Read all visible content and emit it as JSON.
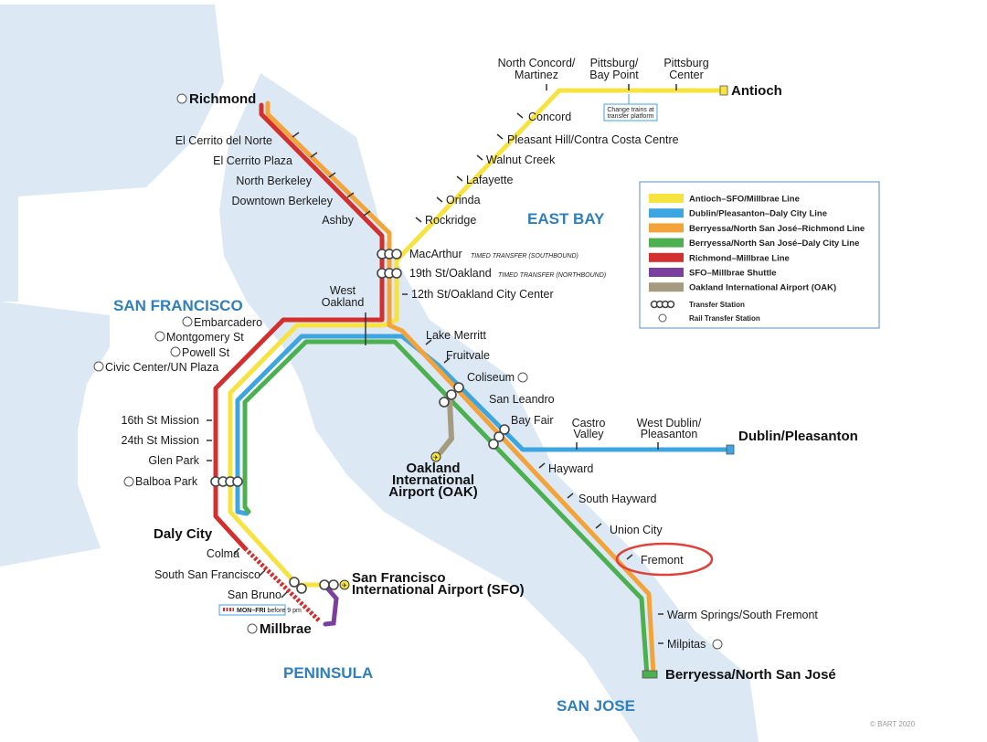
{
  "colors": {
    "water": "#dce9f5",
    "yellow": "#f7e33f",
    "blue": "#3da5e0",
    "orange": "#f2a33a",
    "green": "#4caf50",
    "red": "#d32f2f",
    "purple": "#7b3fa0",
    "tan": "#a59c7f",
    "highlight": "#e0413a",
    "region": "#2f7fbf"
  },
  "regions": {
    "east_bay": "EAST BAY",
    "san_francisco": "SAN FRANCISCO",
    "peninsula": "PENINSULA",
    "san_jose": "SAN JOSE"
  },
  "terminals": {
    "richmond": "Richmond",
    "antioch": "Antioch",
    "dublin": "Dublin/Pleasanton",
    "daly_city": "Daly City",
    "millbrae": "Millbrae",
    "berryessa": "Berryessa/North San José"
  },
  "stations": {
    "north_concord_1": "North Concord/",
    "north_concord_2": "Martinez",
    "pittsburg_bp_1": "Pittsburg/",
    "pittsburg_bp_2": "Bay Point",
    "pittsburg_c_1": "Pittsburg",
    "pittsburg_c_2": "Center",
    "concord": "Concord",
    "pleasant_hill": "Pleasant Hill/Contra Costa Centre",
    "walnut_creek": "Walnut Creek",
    "lafayette": "Lafayette",
    "orinda": "Orinda",
    "rockridge": "Rockridge",
    "el_cerrito_norte": "El Cerrito del Norte",
    "el_cerrito_plaza": "El Cerrito Plaza",
    "north_berkeley": "North Berkeley",
    "downtown_berkeley": "Downtown Berkeley",
    "ashby": "Ashby",
    "macarthur": "MacArthur",
    "macarthur_note": "TIMED TRANSFER (SOUTHBOUND)",
    "nineteenth": "19th St/Oakland",
    "nineteenth_note": "TIMED TRANSFER (NORTHBOUND)",
    "twelfth": "12th St/Oakland City Center",
    "west_oakland_1": "West",
    "west_oakland_2": "Oakland",
    "embarcadero": "Embarcadero",
    "montgomery": "Montgomery St",
    "powell": "Powell St",
    "civic_center": "Civic Center/UN Plaza",
    "sixteenth": "16th St Mission",
    "twentyfourth": "24th St Mission",
    "glen_park": "Glen Park",
    "balboa_park": "Balboa Park",
    "colma": "Colma",
    "south_sf": "South San Francisco",
    "san_bruno": "San Bruno",
    "sfo_1": "San Francisco",
    "sfo_2": "International Airport (SFO)",
    "lake_merritt": "Lake Merritt",
    "fruitvale": "Fruitvale",
    "coliseum": "Coliseum",
    "san_leandro": "San Leandro",
    "bay_fair": "Bay Fair",
    "castro_valley_1": "Castro",
    "castro_valley_2": "Valley",
    "west_dublin_1": "West Dublin/",
    "west_dublin_2": "Pleasanton",
    "hayward": "Hayward",
    "south_hayward": "South Hayward",
    "union_city": "Union City",
    "fremont": "Fremont",
    "warm_springs": "Warm Springs/South Fremont",
    "milpitas": "Milpitas",
    "oak_1": "Oakland",
    "oak_2": "International",
    "oak_3": "Airport (OAK)"
  },
  "notes": {
    "change_trains_1": "Change trains at",
    "change_trains_2": "transfer platform",
    "mon_fri_bold": "MON–FRI",
    "mon_fri_rest": " before 9 pm"
  },
  "legend": {
    "lines": [
      {
        "label": "Antioch–SFO/Millbrae Line",
        "color": "#f7e33f"
      },
      {
        "label": "Dublin/Pleasanton–Daly City Line",
        "color": "#3da5e0"
      },
      {
        "label": "Berryessa/North San José–Richmond Line",
        "color": "#f2a33a"
      },
      {
        "label": "Berryessa/North San José–Daly City Line",
        "color": "#4caf50"
      },
      {
        "label": "Richmond–Millbrae Line",
        "color": "#d32f2f"
      },
      {
        "label": "SFO–Millbrae Shuttle",
        "color": "#7b3fa0"
      },
      {
        "label": "Oakland International Airport (OAK)",
        "color": "#a59c7f"
      }
    ],
    "transfer_station": "Transfer Station",
    "rail_transfer_station": "Rail Transfer Station"
  },
  "copyright": "© BART 2020"
}
